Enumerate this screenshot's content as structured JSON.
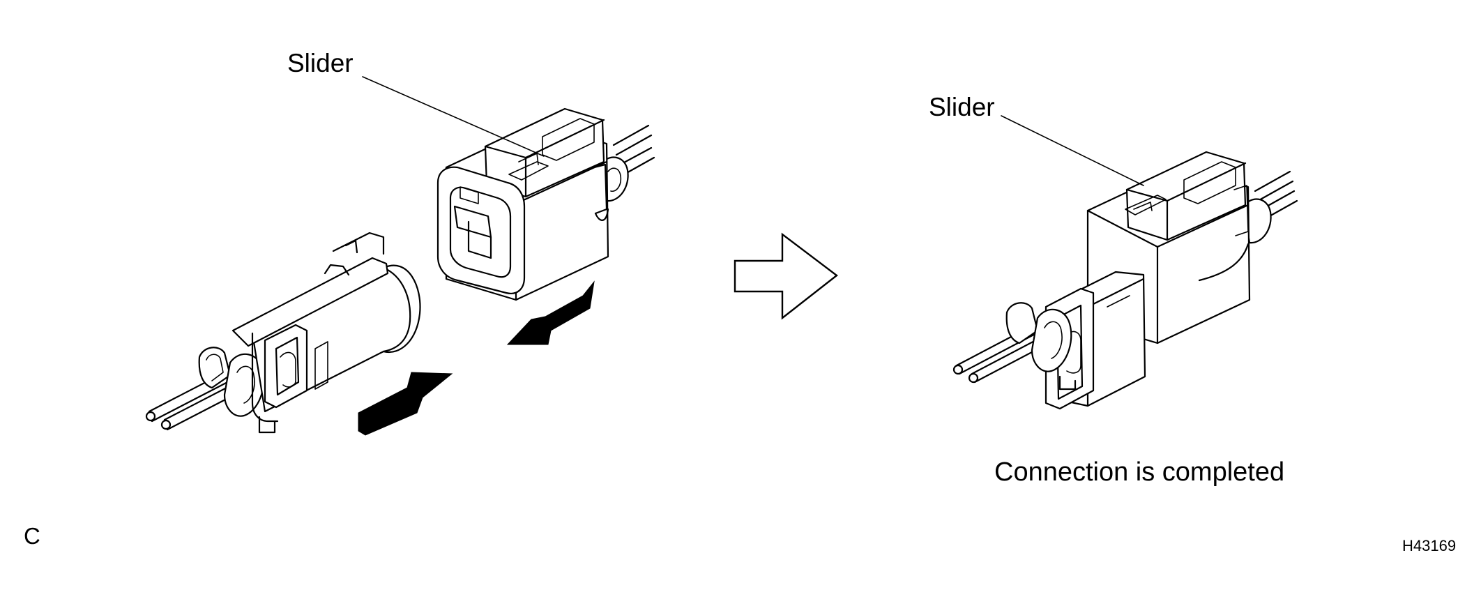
{
  "labels": {
    "slider_left": "Slider",
    "slider_right": "Slider",
    "caption": "Connection is completed",
    "panel": "C",
    "reference": "H43169"
  },
  "colors": {
    "ink": "#000000",
    "paper": "#ffffff"
  },
  "icons": {
    "push_arrow_left": "solid-arrow-down-left",
    "push_arrow_right": "solid-arrow-up-right",
    "transition_arrow": "hollow-arrow-right"
  }
}
